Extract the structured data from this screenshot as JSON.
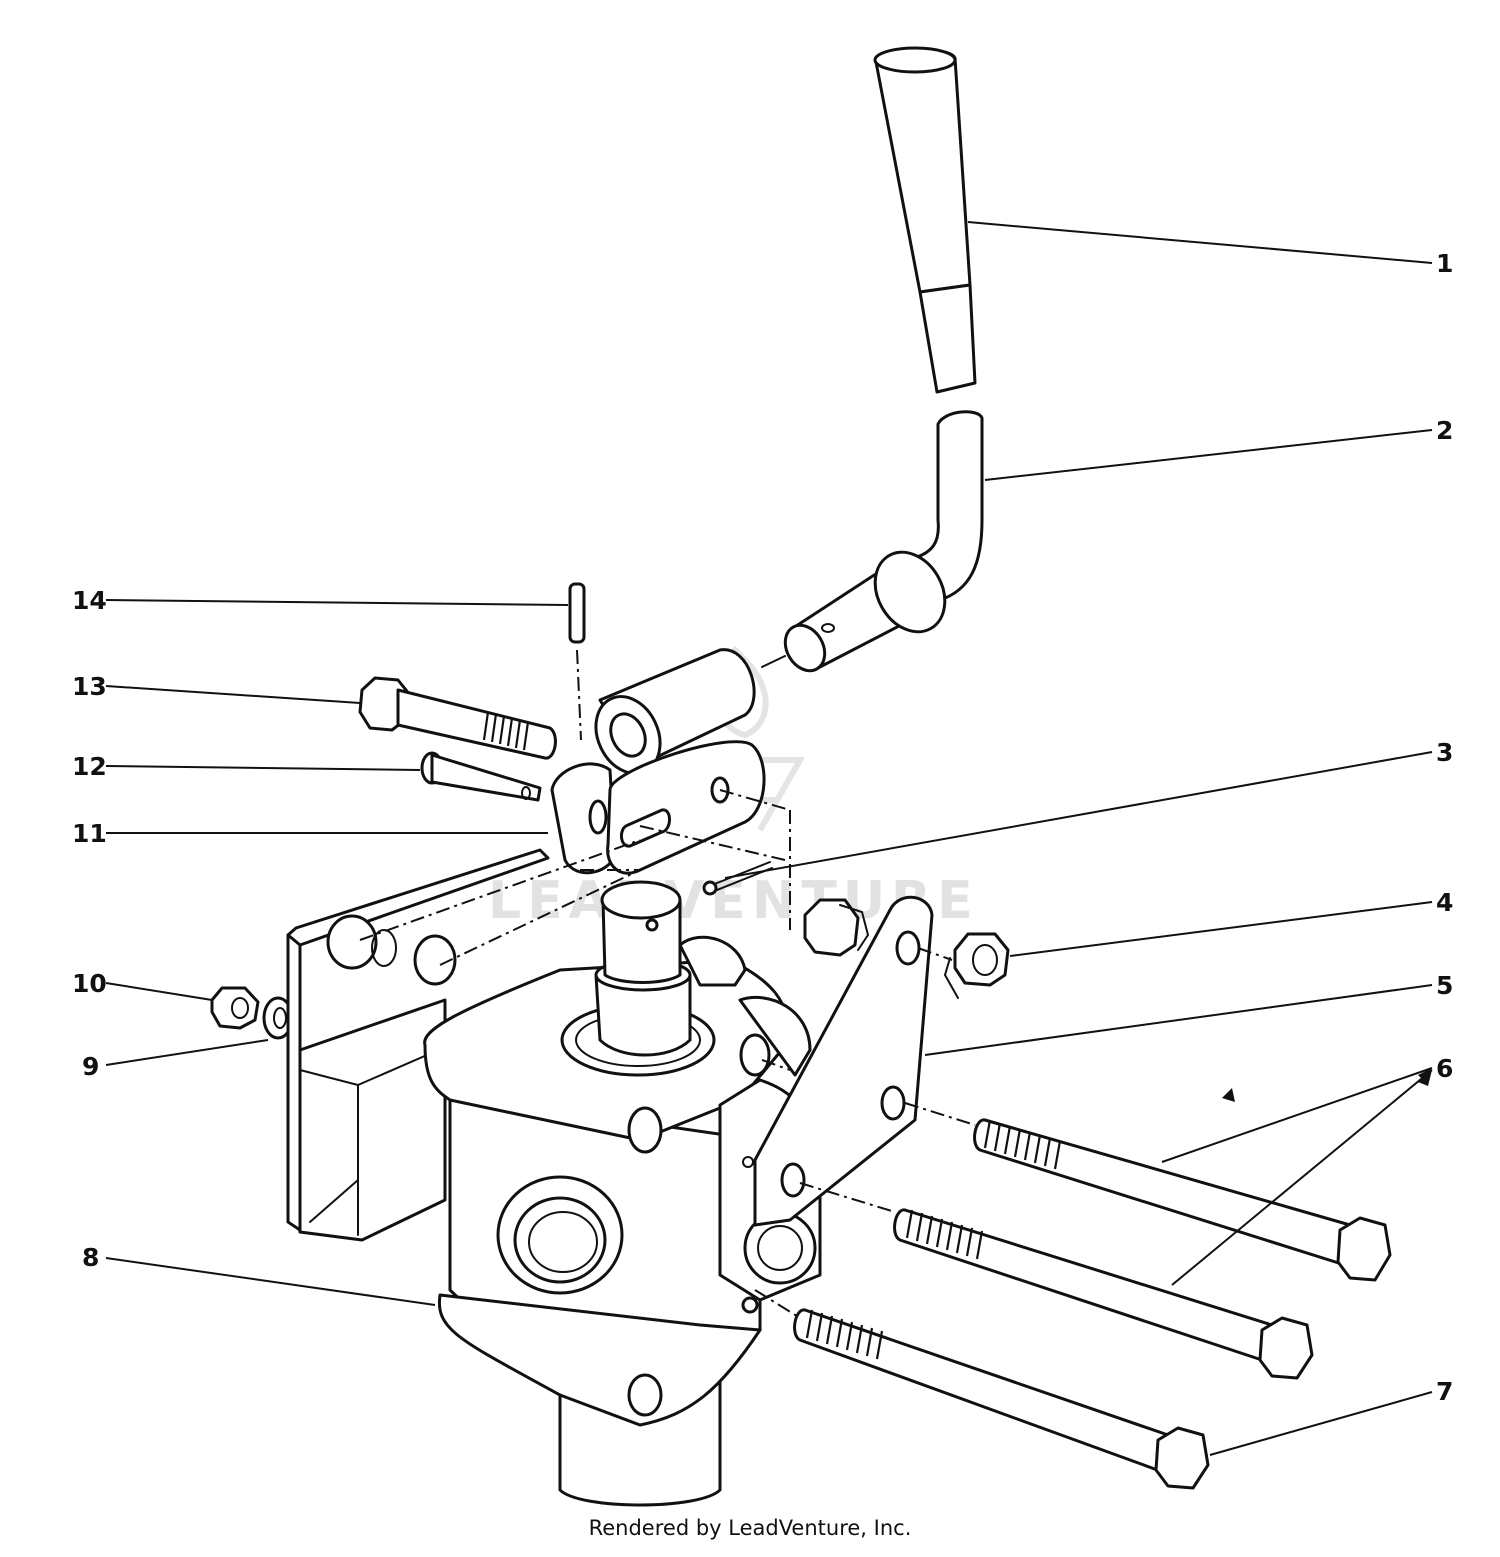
{
  "callouts": [
    {
      "label": "1"
    },
    {
      "label": "2"
    },
    {
      "label": "3"
    },
    {
      "label": "4"
    },
    {
      "label": "5"
    },
    {
      "label": "6"
    },
    {
      "label": "7"
    },
    {
      "label": "8"
    },
    {
      "label": "9"
    },
    {
      "label": "10"
    },
    {
      "label": "11"
    },
    {
      "label": "12"
    },
    {
      "label": "13"
    },
    {
      "label": "14"
    }
  ],
  "watermark": "LEADVENTURE",
  "credit": "Rendered by LeadVenture, Inc."
}
